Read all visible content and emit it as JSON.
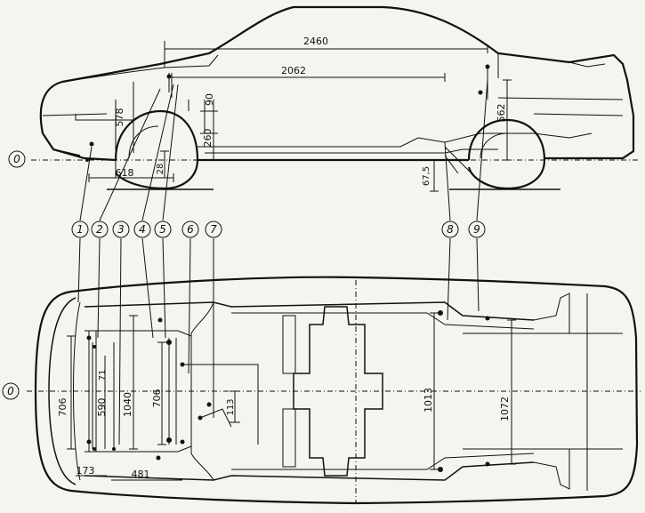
{
  "datum_label": "0",
  "points": [
    "1",
    "2",
    "3",
    "4",
    "5",
    "6",
    "7",
    "8",
    "9"
  ],
  "side_view": {
    "dims": {
      "d2460": "2460",
      "d2062": "2062",
      "d562": "562",
      "d578": "578",
      "d90": "90",
      "d260": "260",
      "d618": "618",
      "d28": "28",
      "d675": "67,5"
    }
  },
  "plan_view": {
    "dims": {
      "d706a": "706",
      "d590": "590",
      "d71": "71",
      "d1040": "1040",
      "d706b": "706",
      "d113": "113",
      "d1013": "1013",
      "d1072": "1072",
      "d173": "173",
      "d481": "481"
    }
  }
}
